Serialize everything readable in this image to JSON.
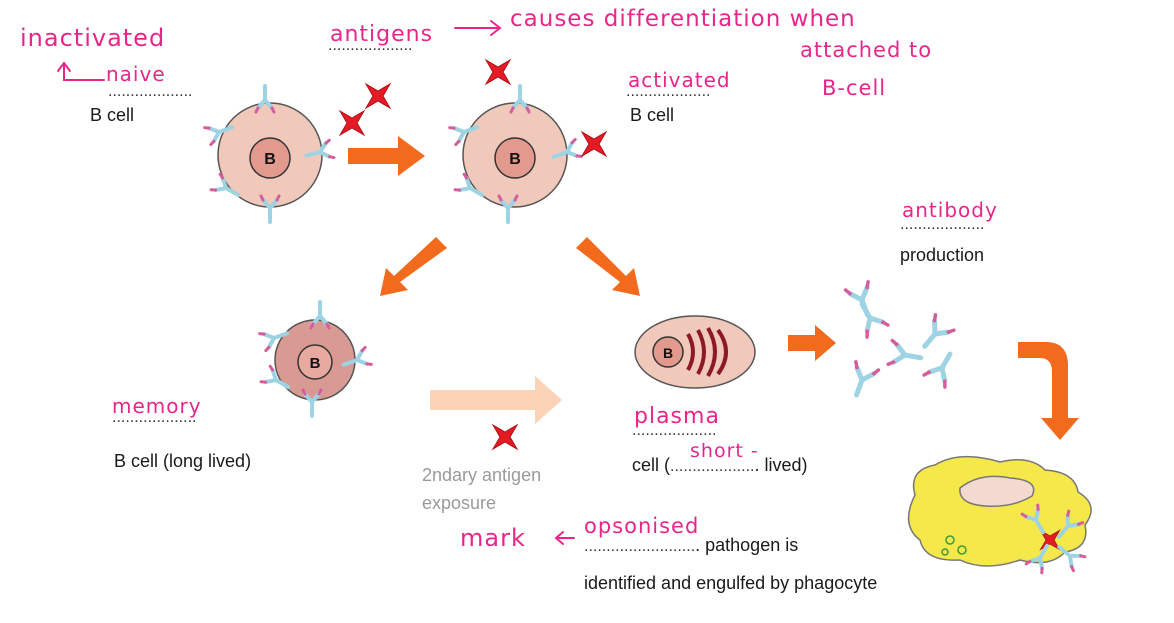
{
  "labels": {
    "naive_b_cell": "B cell",
    "activated_b_cell": "B cell",
    "antibody_production": "production",
    "memory_b_cell": "B cell (long lived)",
    "secondary_exposure_line1": "2ndary antigen",
    "secondary_exposure_line2": "exposure",
    "plasma_prefix": "cell (",
    "plasma_suffix": ". lived)",
    "pathogen_suffix": ". pathogen is",
    "phagocyte_caption": "identified and engulfed by phagocyte",
    "cell_letter": "B"
  },
  "blanks": {
    "short": "..........",
    "medium": "...................",
    "long": "........................."
  },
  "handwriting": {
    "inactivated": "inactivated",
    "naive": "naive",
    "antigens": "antigens",
    "causes_note": "causes differentiation when",
    "attached_to": "attached to",
    "b_cell": "B-cell",
    "activated": "activated",
    "antibody": "antibody",
    "memory": "memory",
    "plasma": "plasma",
    "short": "short -",
    "mark": "mark",
    "opsonised": "opsonised"
  },
  "colors": {
    "arrow_orange": "#f26a1b",
    "arrow_faded": "#fbd3b6",
    "cell_fill": "#f0c9bb",
    "memory_cell_fill": "#d89a93",
    "nucleus_fill": "#e29a8f",
    "antigen_red": "#e51b24",
    "antibody_blue": "#9ed3e3",
    "antibody_pink": "#d65d9c",
    "handwriting_pink": "#e8268a",
    "phagocyte_yellow": "#f5e84a"
  }
}
